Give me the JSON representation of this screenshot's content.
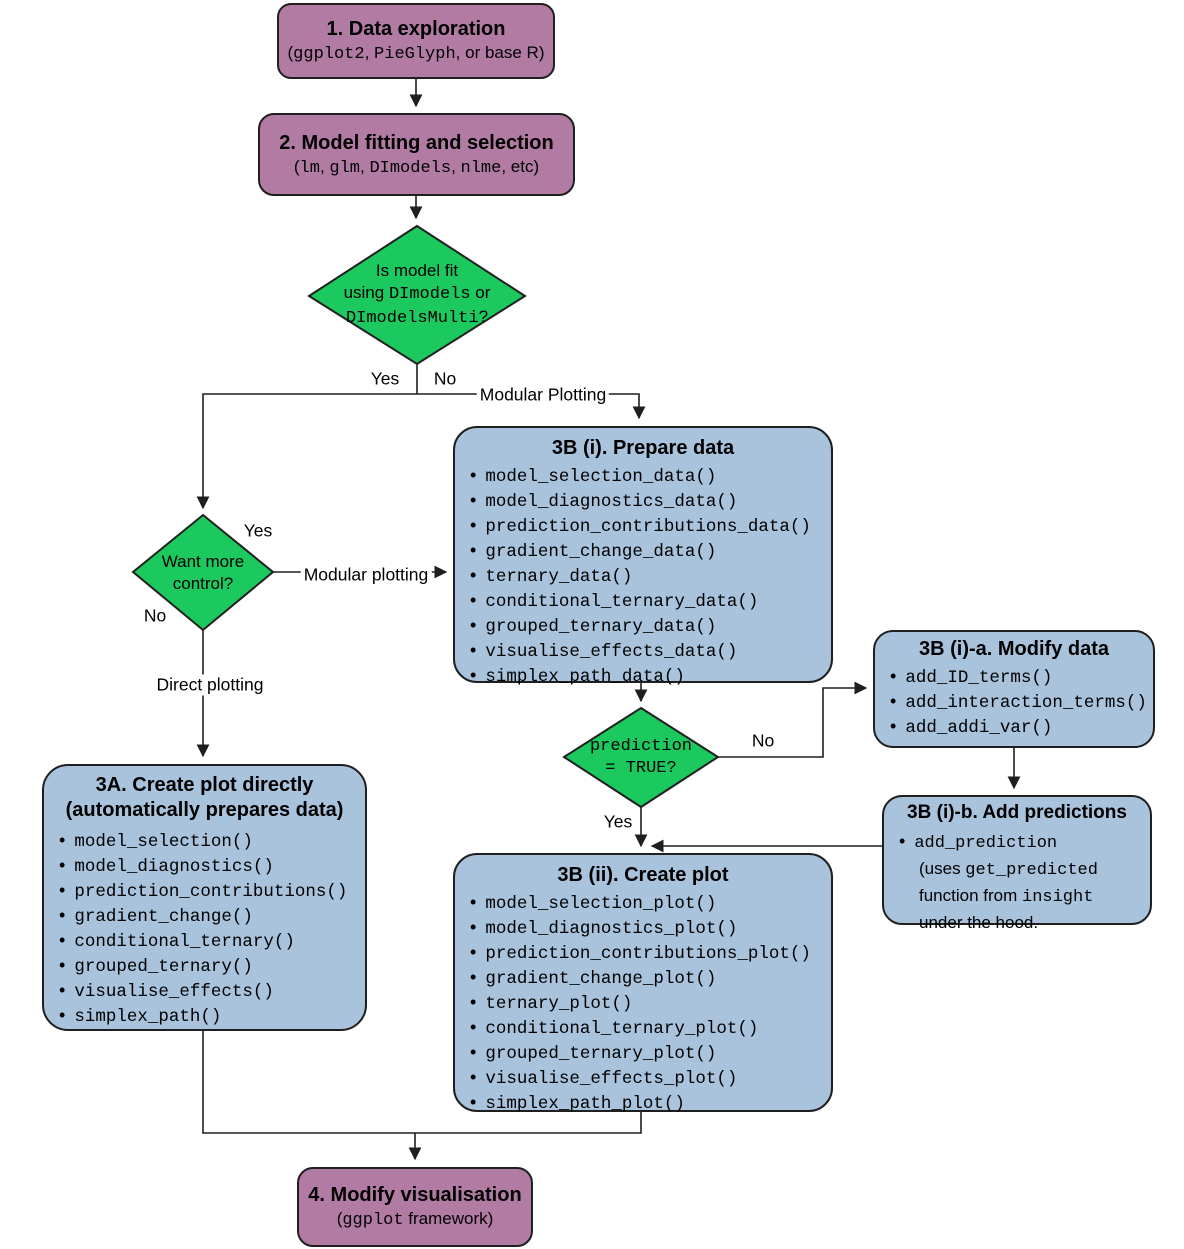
{
  "colors": {
    "purple": "#b27ba4",
    "green": "#1bc95f",
    "blue": "#a9c3dd",
    "border": "#1f1f1f",
    "line": "#1f1f1f"
  },
  "nodes": {
    "data_exploration": {
      "title": "1. Data exploration",
      "sub": [
        "(",
        "ggplot2",
        ", ",
        "PieGlyph",
        ", or base R)"
      ]
    },
    "model_fitting": {
      "title": "2. Model fitting and selection",
      "sub": [
        "(",
        "lm",
        ", ",
        "glm",
        ", ",
        "DImodels",
        ", ",
        "nlme",
        ", etc)"
      ]
    },
    "fit_decision": {
      "line1": "Is model fit",
      "line2": [
        "using ",
        "DImodels",
        " or"
      ],
      "line3": [
        "DImodelsMulti",
        "?"
      ]
    },
    "control_decision": {
      "line1": "Want more",
      "line2": "control?"
    },
    "prediction_decision": {
      "line1": "prediction",
      "line2": "= TRUE?"
    },
    "prepare_data": {
      "title": "3B (i). Prepare data",
      "items": [
        "model_selection_data()",
        "model_diagnostics_data()",
        "prediction_contributions_data()",
        "gradient_change_data()",
        "ternary_data()",
        "conditional_ternary_data()",
        "grouped_ternary_data()",
        "visualise_effects_data()",
        "simplex_path_data()"
      ]
    },
    "modify_data": {
      "title": "3B (i)-a. Modify data",
      "items": [
        "add_ID_terms()",
        "add_interaction_terms()",
        "add_addi_var()"
      ]
    },
    "add_predictions": {
      "title": "3B (i)-b. Add predictions",
      "item": "add_prediction",
      "desc1": [
        "(uses ",
        "get_predicted"
      ],
      "desc2": [
        "function from ",
        "insight"
      ],
      "desc3": "under the hood."
    },
    "create_plot_directly": {
      "title1": "3A. Create plot directly",
      "title2": "(automatically prepares data)",
      "items": [
        "model_selection()",
        "model_diagnostics()",
        "prediction_contributions()",
        "gradient_change()",
        "conditional_ternary()",
        "grouped_ternary()",
        "visualise_effects()",
        "simplex_path()"
      ]
    },
    "create_plot": {
      "title": "3B (ii). Create plot",
      "items": [
        "model_selection_plot()",
        "model_diagnostics_plot()",
        "prediction_contributions_plot()",
        "gradient_change_plot()",
        "ternary_plot()",
        "conditional_ternary_plot()",
        "grouped_ternary_plot()",
        "visualise_effects_plot()",
        "simplex_path_plot()"
      ]
    },
    "modify_visualisation": {
      "title": "4. Modify visualisation",
      "sub": [
        "(",
        "ggplot",
        " framework)"
      ]
    }
  },
  "edge_labels": {
    "fit_yes": "Yes",
    "fit_no": "No",
    "modular_plotting_top": "Modular Plotting",
    "control_yes": "Yes",
    "control_modular": "Modular plotting",
    "control_no": "No",
    "direct_plotting": "Direct plotting",
    "prediction_no": "No",
    "prediction_yes": "Yes"
  }
}
